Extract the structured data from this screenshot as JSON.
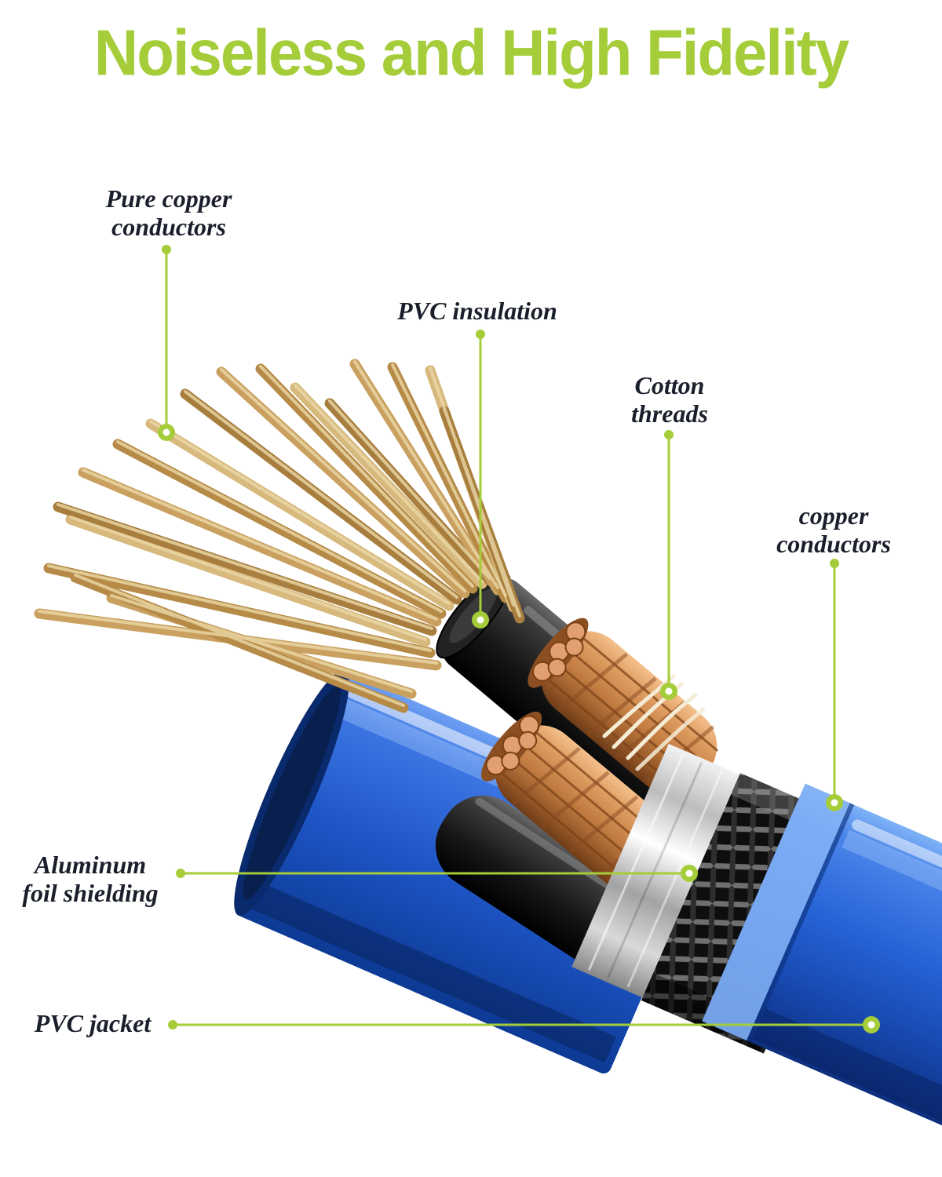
{
  "title": {
    "text": "Noiseless and High Fidelity",
    "color": "#a5cd39"
  },
  "labels": {
    "pure_copper": {
      "line1": "Pure copper",
      "line2": "conductors"
    },
    "pvc_insulation": {
      "line1": "PVC insulation"
    },
    "cotton_threads": {
      "line1": "Cotton",
      "line2": "threads"
    },
    "copper_conductors": {
      "line1": "copper",
      "line2": "conductors"
    },
    "aluminum_foil": {
      "line1": "Aluminum",
      "line2": "foil shielding"
    },
    "pvc_jacket": {
      "line1": "PVC jacket"
    }
  },
  "colors": {
    "accent_green": "#a5cd39",
    "label_text": "#1a1f2b",
    "jacket_blue": "#2563d6",
    "inner_conductor_blue": "#1e55c6",
    "pvc_insulation_black": "#161616",
    "copper": "#c07a40",
    "copper_strand": "#c9a05f",
    "aluminum_foil_silver": "#c2c2c2",
    "braid_shield_dark": "#0e0e0e",
    "cotton_cream": "#f5ecd6",
    "background": "#ffffff"
  }
}
